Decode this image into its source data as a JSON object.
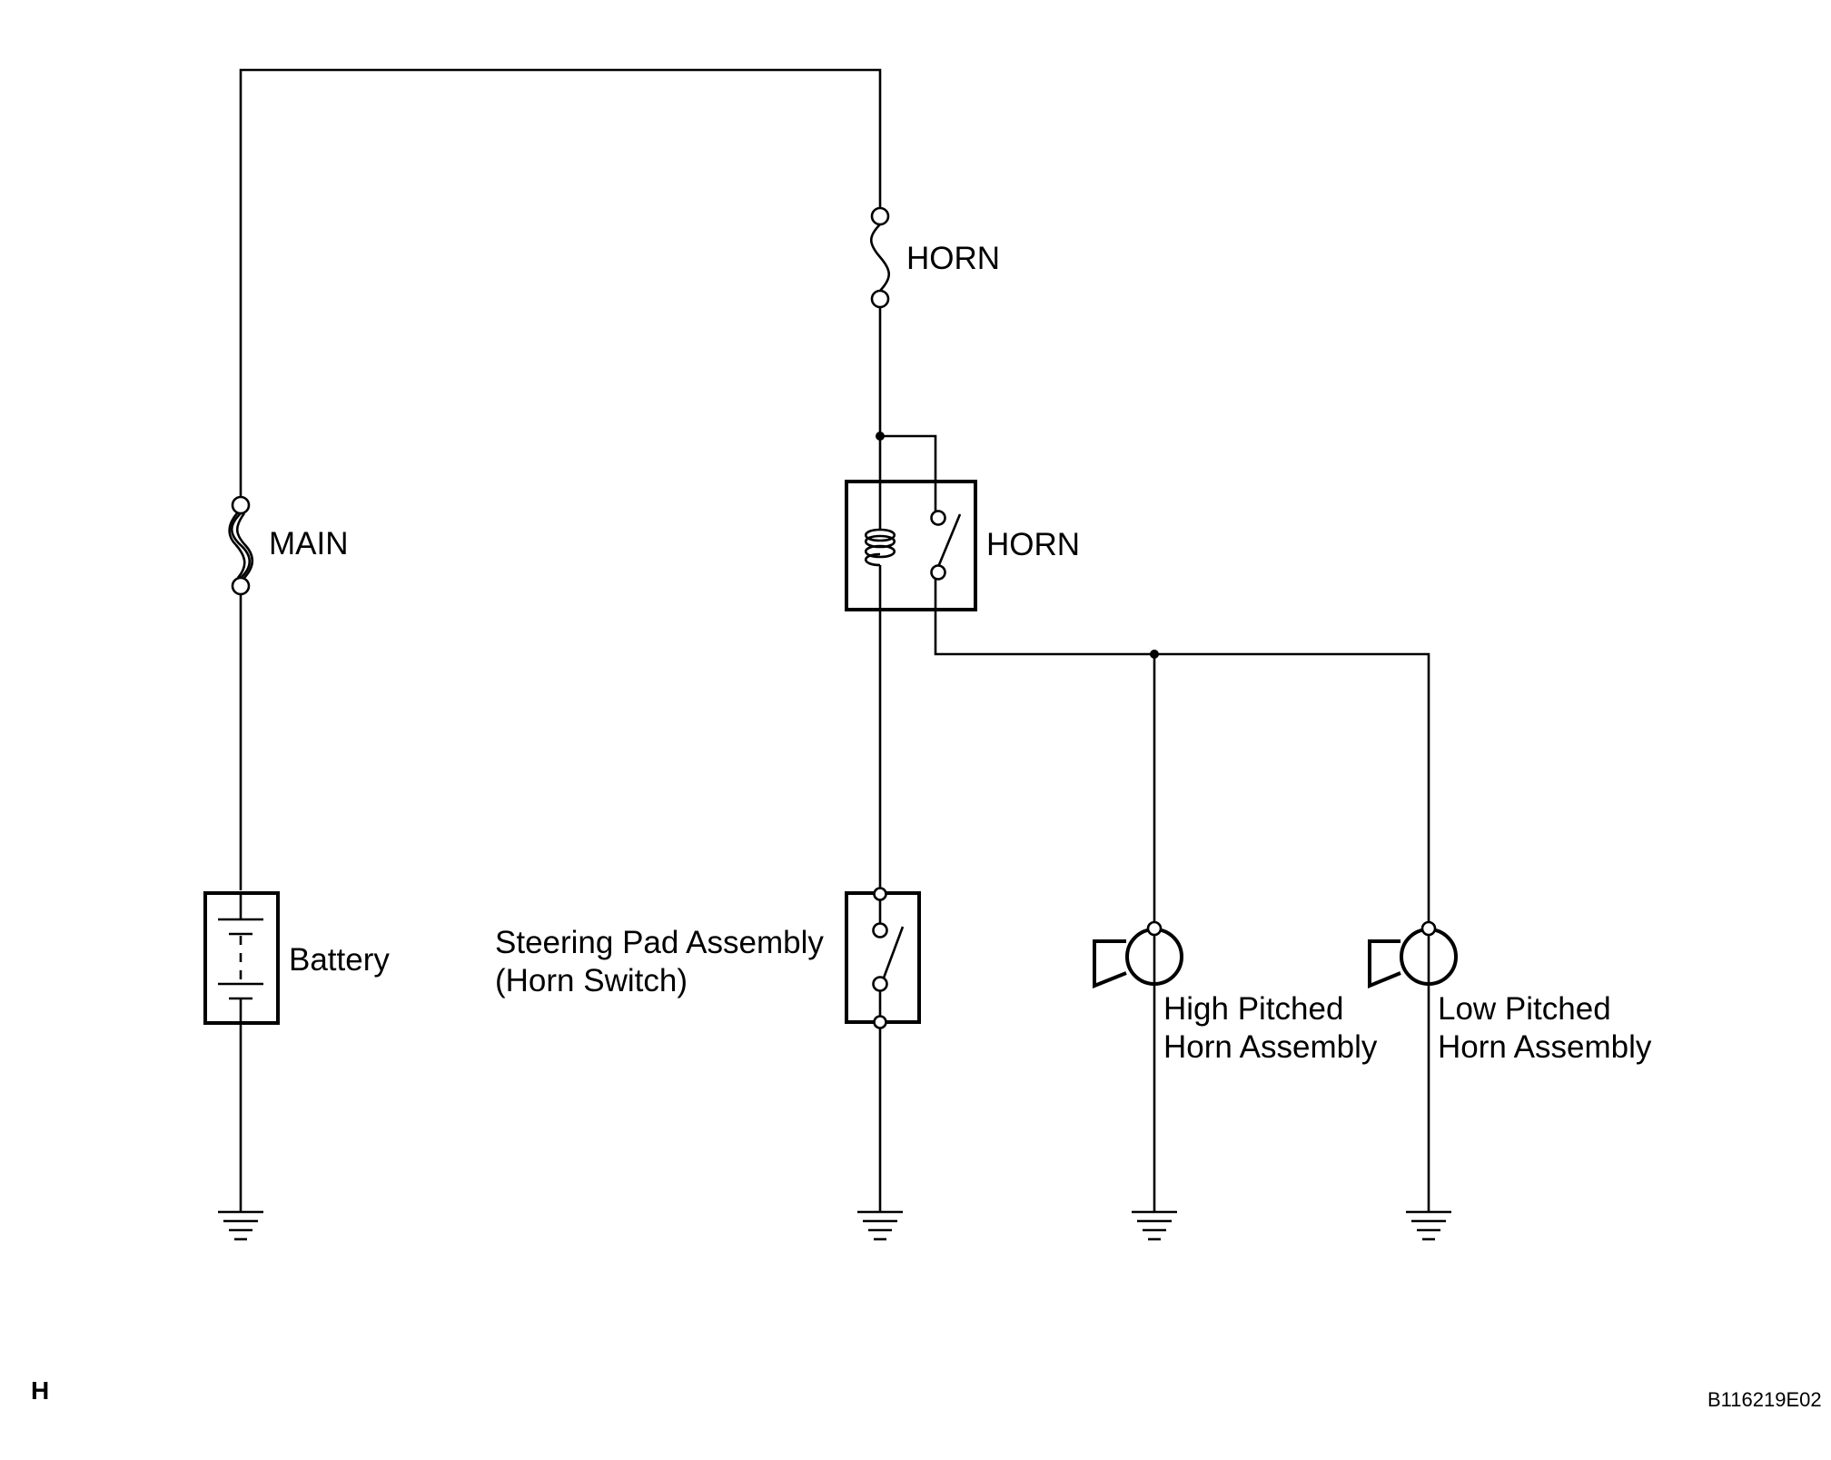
{
  "labels": {
    "horn_fuse": "HORN",
    "main_fuse": "MAIN",
    "horn_relay": "HORN",
    "battery": "Battery",
    "steering_pad_line1": "Steering Pad Assembly",
    "steering_pad_line2": "(Horn Switch)",
    "high_horn_line1": "High Pitched",
    "high_horn_line2": "Horn Assembly",
    "low_horn_line1": "Low Pitched",
    "low_horn_line2": "Horn Assembly",
    "corner_code": "H",
    "figure_id": "B116219E02"
  }
}
